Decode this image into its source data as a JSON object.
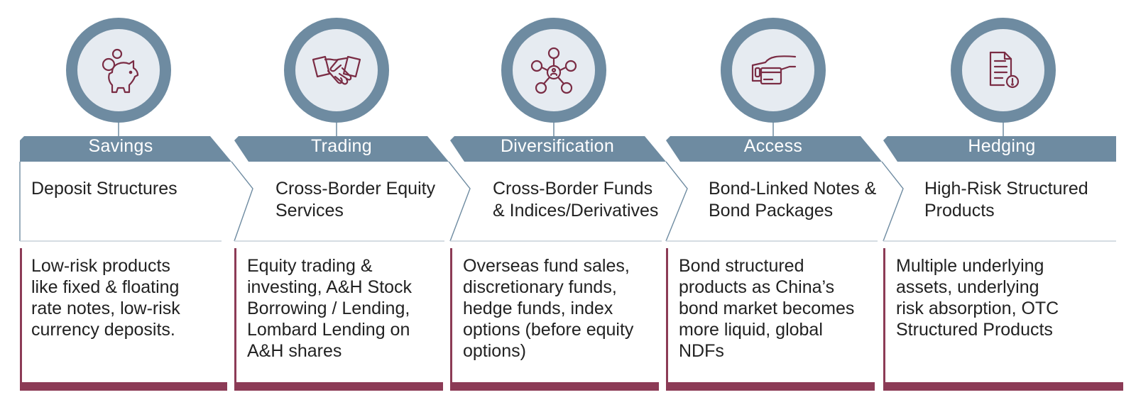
{
  "colors": {
    "ring": "#6e8ba1",
    "circle_fill": "#e6ebf1",
    "header_bar": "#6e8ba1",
    "accent": "#8c3b56",
    "icon": "#7a2c44",
    "divider": "#c7d1da"
  },
  "stages": [
    {
      "icon": "piggy-bank-icon",
      "title": "Savings",
      "subtitle": "Deposit Structures",
      "description": [
        "Low-risk products",
        "like fixed & floating",
        "rate notes, low-risk",
        "currency deposits."
      ]
    },
    {
      "icon": "handshake-icon",
      "title": "Trading",
      "subtitle": "Cross-Border Equity Services",
      "description": [
        "Equity trading &",
        "investing, A&H Stock",
        "Borrowing / Lending,",
        "Lombard Lending on",
        "A&H shares"
      ]
    },
    {
      "icon": "network-icon",
      "title": "Diversification",
      "subtitle": "Cross-Border Funds & Indices/Derivatives",
      "description": [
        "Overseas fund sales,",
        "discretionary funds,",
        "hedge funds, index",
        "options (before equity",
        "options)"
      ]
    },
    {
      "icon": "card-payment-icon",
      "title": "Access",
      "subtitle": "Bond-Linked Notes & Bond Packages",
      "description": [
        "Bond structured",
        "products as China’s",
        "bond market becomes",
        "more liquid, global",
        "NDFs"
      ]
    },
    {
      "icon": "document-alert-icon",
      "title": "Hedging",
      "subtitle": "High-Risk Structured Products",
      "description": [
        "Multiple underlying",
        "assets, underlying",
        "risk absorption, OTC",
        "Structured Products"
      ]
    }
  ]
}
